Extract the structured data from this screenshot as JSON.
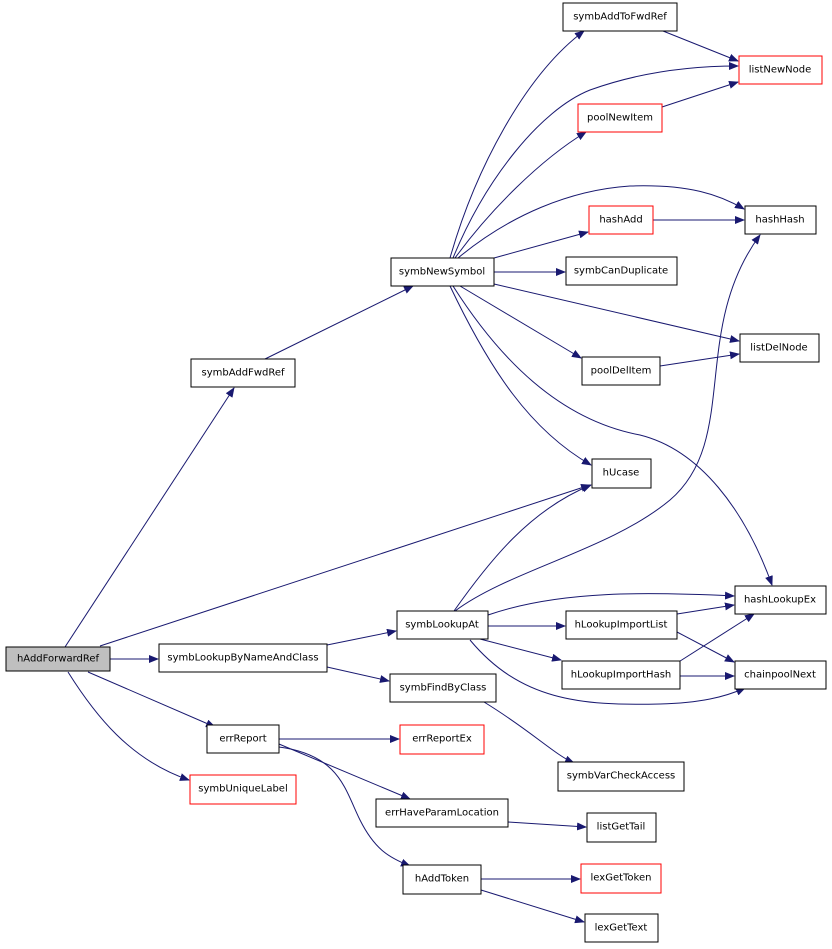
{
  "colors": {
    "edge": "#191970",
    "box_border": "#000000",
    "truncated_border": "#ff0000",
    "root_fill": "#bfbfbf"
  },
  "nodes": {
    "hAddForwardRef": "hAddForwardRef",
    "symbAddFwdRef": "symbAddFwdRef",
    "symbNewSymbol": "symbNewSymbol",
    "symbAddToFwdRef": "symbAddToFwdRef",
    "listNewNode": "listNewNode",
    "poolNewItem": "poolNewItem",
    "hashAdd": "hashAdd",
    "hashHash": "hashHash",
    "symbCanDuplicate": "symbCanDuplicate",
    "listDelNode": "listDelNode",
    "poolDelItem": "poolDelItem",
    "hUcase": "hUcase",
    "symbLookupByNameAndClass": "symbLookupByNameAndClass",
    "symbLookupAt": "symbLookupAt",
    "hashLookupEx": "hashLookupEx",
    "hLookupImportList": "hLookupImportList",
    "hLookupImportHash": "hLookupImportHash",
    "chainpoolNext": "chainpoolNext",
    "symbFindByClass": "symbFindByClass",
    "symbVarCheckAccess": "symbVarCheckAccess",
    "errReport": "errReport",
    "errReportEx": "errReportEx",
    "errHaveParamLocation": "errHaveParamLocation",
    "listGetTail": "listGetTail",
    "hAddToken": "hAddToken",
    "lexGetToken": "lexGetToken",
    "lexGetText": "lexGetText",
    "symbUniqueLabel": "symbUniqueLabel"
  },
  "edges": [
    [
      "hAddForwardRef",
      "symbAddFwdRef"
    ],
    [
      "hAddForwardRef",
      "hUcase"
    ],
    [
      "hAddForwardRef",
      "symbLookupByNameAndClass"
    ],
    [
      "hAddForwardRef",
      "errReport"
    ],
    [
      "hAddForwardRef",
      "symbUniqueLabel"
    ],
    [
      "symbAddFwdRef",
      "symbNewSymbol"
    ],
    [
      "symbNewSymbol",
      "symbAddToFwdRef"
    ],
    [
      "symbNewSymbol",
      "listNewNode"
    ],
    [
      "symbNewSymbol",
      "poolNewItem"
    ],
    [
      "symbNewSymbol",
      "hashHash"
    ],
    [
      "symbNewSymbol",
      "hashAdd"
    ],
    [
      "symbNewSymbol",
      "symbCanDuplicate"
    ],
    [
      "symbNewSymbol",
      "listDelNode"
    ],
    [
      "symbNewSymbol",
      "poolDelItem"
    ],
    [
      "symbNewSymbol",
      "hUcase"
    ],
    [
      "symbNewSymbol",
      "hashLookupEx"
    ],
    [
      "symbAddToFwdRef",
      "listNewNode"
    ],
    [
      "poolNewItem",
      "listNewNode"
    ],
    [
      "hashAdd",
      "hashHash"
    ],
    [
      "poolDelItem",
      "listDelNode"
    ],
    [
      "symbLookupByNameAndClass",
      "symbLookupAt"
    ],
    [
      "symbLookupByNameAndClass",
      "symbFindByClass"
    ],
    [
      "symbLookupAt",
      "hashHash"
    ],
    [
      "symbLookupAt",
      "hUcase"
    ],
    [
      "symbLookupAt",
      "hashLookupEx"
    ],
    [
      "symbLookupAt",
      "hLookupImportList"
    ],
    [
      "symbLookupAt",
      "hLookupImportHash"
    ],
    [
      "symbLookupAt",
      "chainpoolNext"
    ],
    [
      "hLookupImportList",
      "hashLookupEx"
    ],
    [
      "hLookupImportList",
      "chainpoolNext"
    ],
    [
      "hLookupImportHash",
      "hashLookupEx"
    ],
    [
      "hLookupImportHash",
      "chainpoolNext"
    ],
    [
      "symbFindByClass",
      "symbVarCheckAccess"
    ],
    [
      "errReport",
      "errReportEx"
    ],
    [
      "errReport",
      "errHaveParamLocation"
    ],
    [
      "errReport",
      "hAddToken"
    ],
    [
      "errHaveParamLocation",
      "listGetTail"
    ],
    [
      "hAddToken",
      "lexGetToken"
    ],
    [
      "hAddToken",
      "lexGetText"
    ]
  ]
}
